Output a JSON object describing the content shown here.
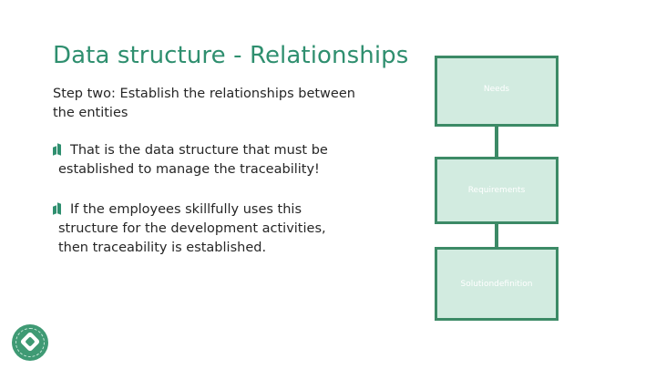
{
  "slide": {
    "title": "Data structure - Relationships",
    "subtitle": "Step two: Establish the relationships between the entities",
    "bullets": [
      {
        "line1": "That is the data structure that must be",
        "line2": "established to manage the traceability!"
      },
      {
        "line1": "If the employees skillfully uses this",
        "line2": "structure for the development activities,",
        "line3": "then traceability is established."
      }
    ]
  },
  "diagram": {
    "boxes": [
      "Needs",
      "Requirements",
      "Solutiondefinition"
    ],
    "colors": {
      "fill": "#d2ebe0",
      "border": "#3c8a66",
      "label": "#ffffff"
    }
  },
  "logo": {
    "icon": "organization-seal-icon"
  },
  "theme": {
    "accent": "#2f8f6f",
    "text": "#262626"
  }
}
